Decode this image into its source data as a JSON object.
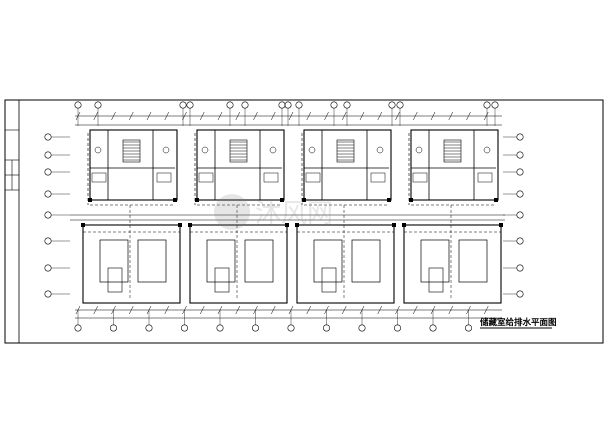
{
  "drawing": {
    "title": "储藏室给排水平面图",
    "watermark": "沐风网",
    "line_color": "#000000",
    "background": "#ffffff",
    "units": 4
  }
}
